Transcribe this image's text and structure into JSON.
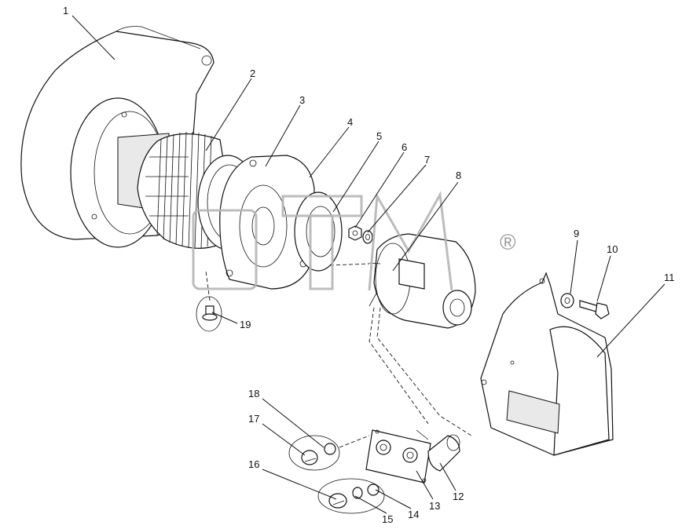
{
  "diagram": {
    "callouts": [
      {
        "id": "1",
        "label": "1"
      },
      {
        "id": "2",
        "label": "2"
      },
      {
        "id": "3",
        "label": "3"
      },
      {
        "id": "4",
        "label": "4"
      },
      {
        "id": "5",
        "label": "5"
      },
      {
        "id": "6",
        "label": "6"
      },
      {
        "id": "7",
        "label": "7"
      },
      {
        "id": "8",
        "label": "8"
      },
      {
        "id": "9",
        "label": "9"
      },
      {
        "id": "10",
        "label": "10"
      },
      {
        "id": "11",
        "label": "11"
      },
      {
        "id": "12",
        "label": "12"
      },
      {
        "id": "13",
        "label": "13"
      },
      {
        "id": "14",
        "label": "14"
      },
      {
        "id": "15",
        "label": "15"
      },
      {
        "id": "16",
        "label": "16"
      },
      {
        "id": "17",
        "label": "17"
      },
      {
        "id": "18",
        "label": "18"
      },
      {
        "id": "19",
        "label": "19"
      }
    ],
    "watermark": {
      "text": "BTM",
      "registered": "®"
    }
  }
}
